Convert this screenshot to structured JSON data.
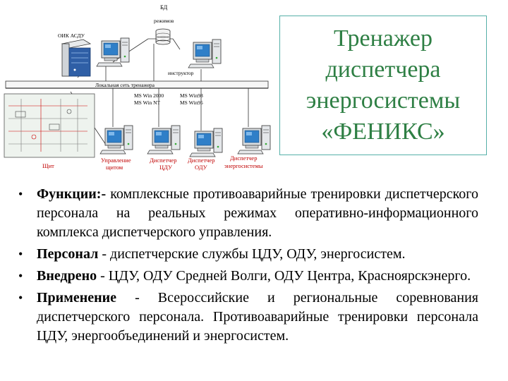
{
  "diagram": {
    "db_label": "БД",
    "db_sublabel": "режимов",
    "server_label": "ОИК АСДУ",
    "instructor_label": "инструктор",
    "network_label": "Локальная сеть тренажера",
    "os_left_1": "MS Win 2000",
    "os_left_2": "MS Win NT",
    "os_right_1": "MS Win98",
    "os_right_2": "MS Win95",
    "shield_label": "Щит",
    "station_1_line1": "Управление",
    "station_1_line2": "щитом",
    "station_2_line1": "Диспетчер",
    "station_2_line2": "ЦДУ",
    "station_3_line1": "Диспетчер",
    "station_3_line2": "ОДУ",
    "station_4_line1": "Диспетчер",
    "station_4_line2": "энергосистемы"
  },
  "title": {
    "line1": "Тренажер",
    "line2": "диспетчера",
    "line3": "энергосистемы",
    "line4": "«ФЕНИКС»"
  },
  "bullet_glyph": "•",
  "items": [
    {
      "label": "Функции:-",
      "text": " комплексные противоаварийные тренировки диспетчерского персонала на реальных режимах оперативно-информационного комплекса диспетчерского управления."
    },
    {
      "label": "Персонал",
      "text": " - диспетчерские службы ЦДУ, ОДУ, энергосистем."
    },
    {
      "label": "Внедрено",
      "text": " - ЦДУ, ОДУ Средней Волги, ОДУ Центра, Красноярскэнерго."
    },
    {
      "label": "Применение",
      "text": " - Всероссийские и региональные соревнования диспетчерского персонала. Противоаварийные тренировки персонала ЦДУ, энергообъединений и энергосистем."
    }
  ]
}
